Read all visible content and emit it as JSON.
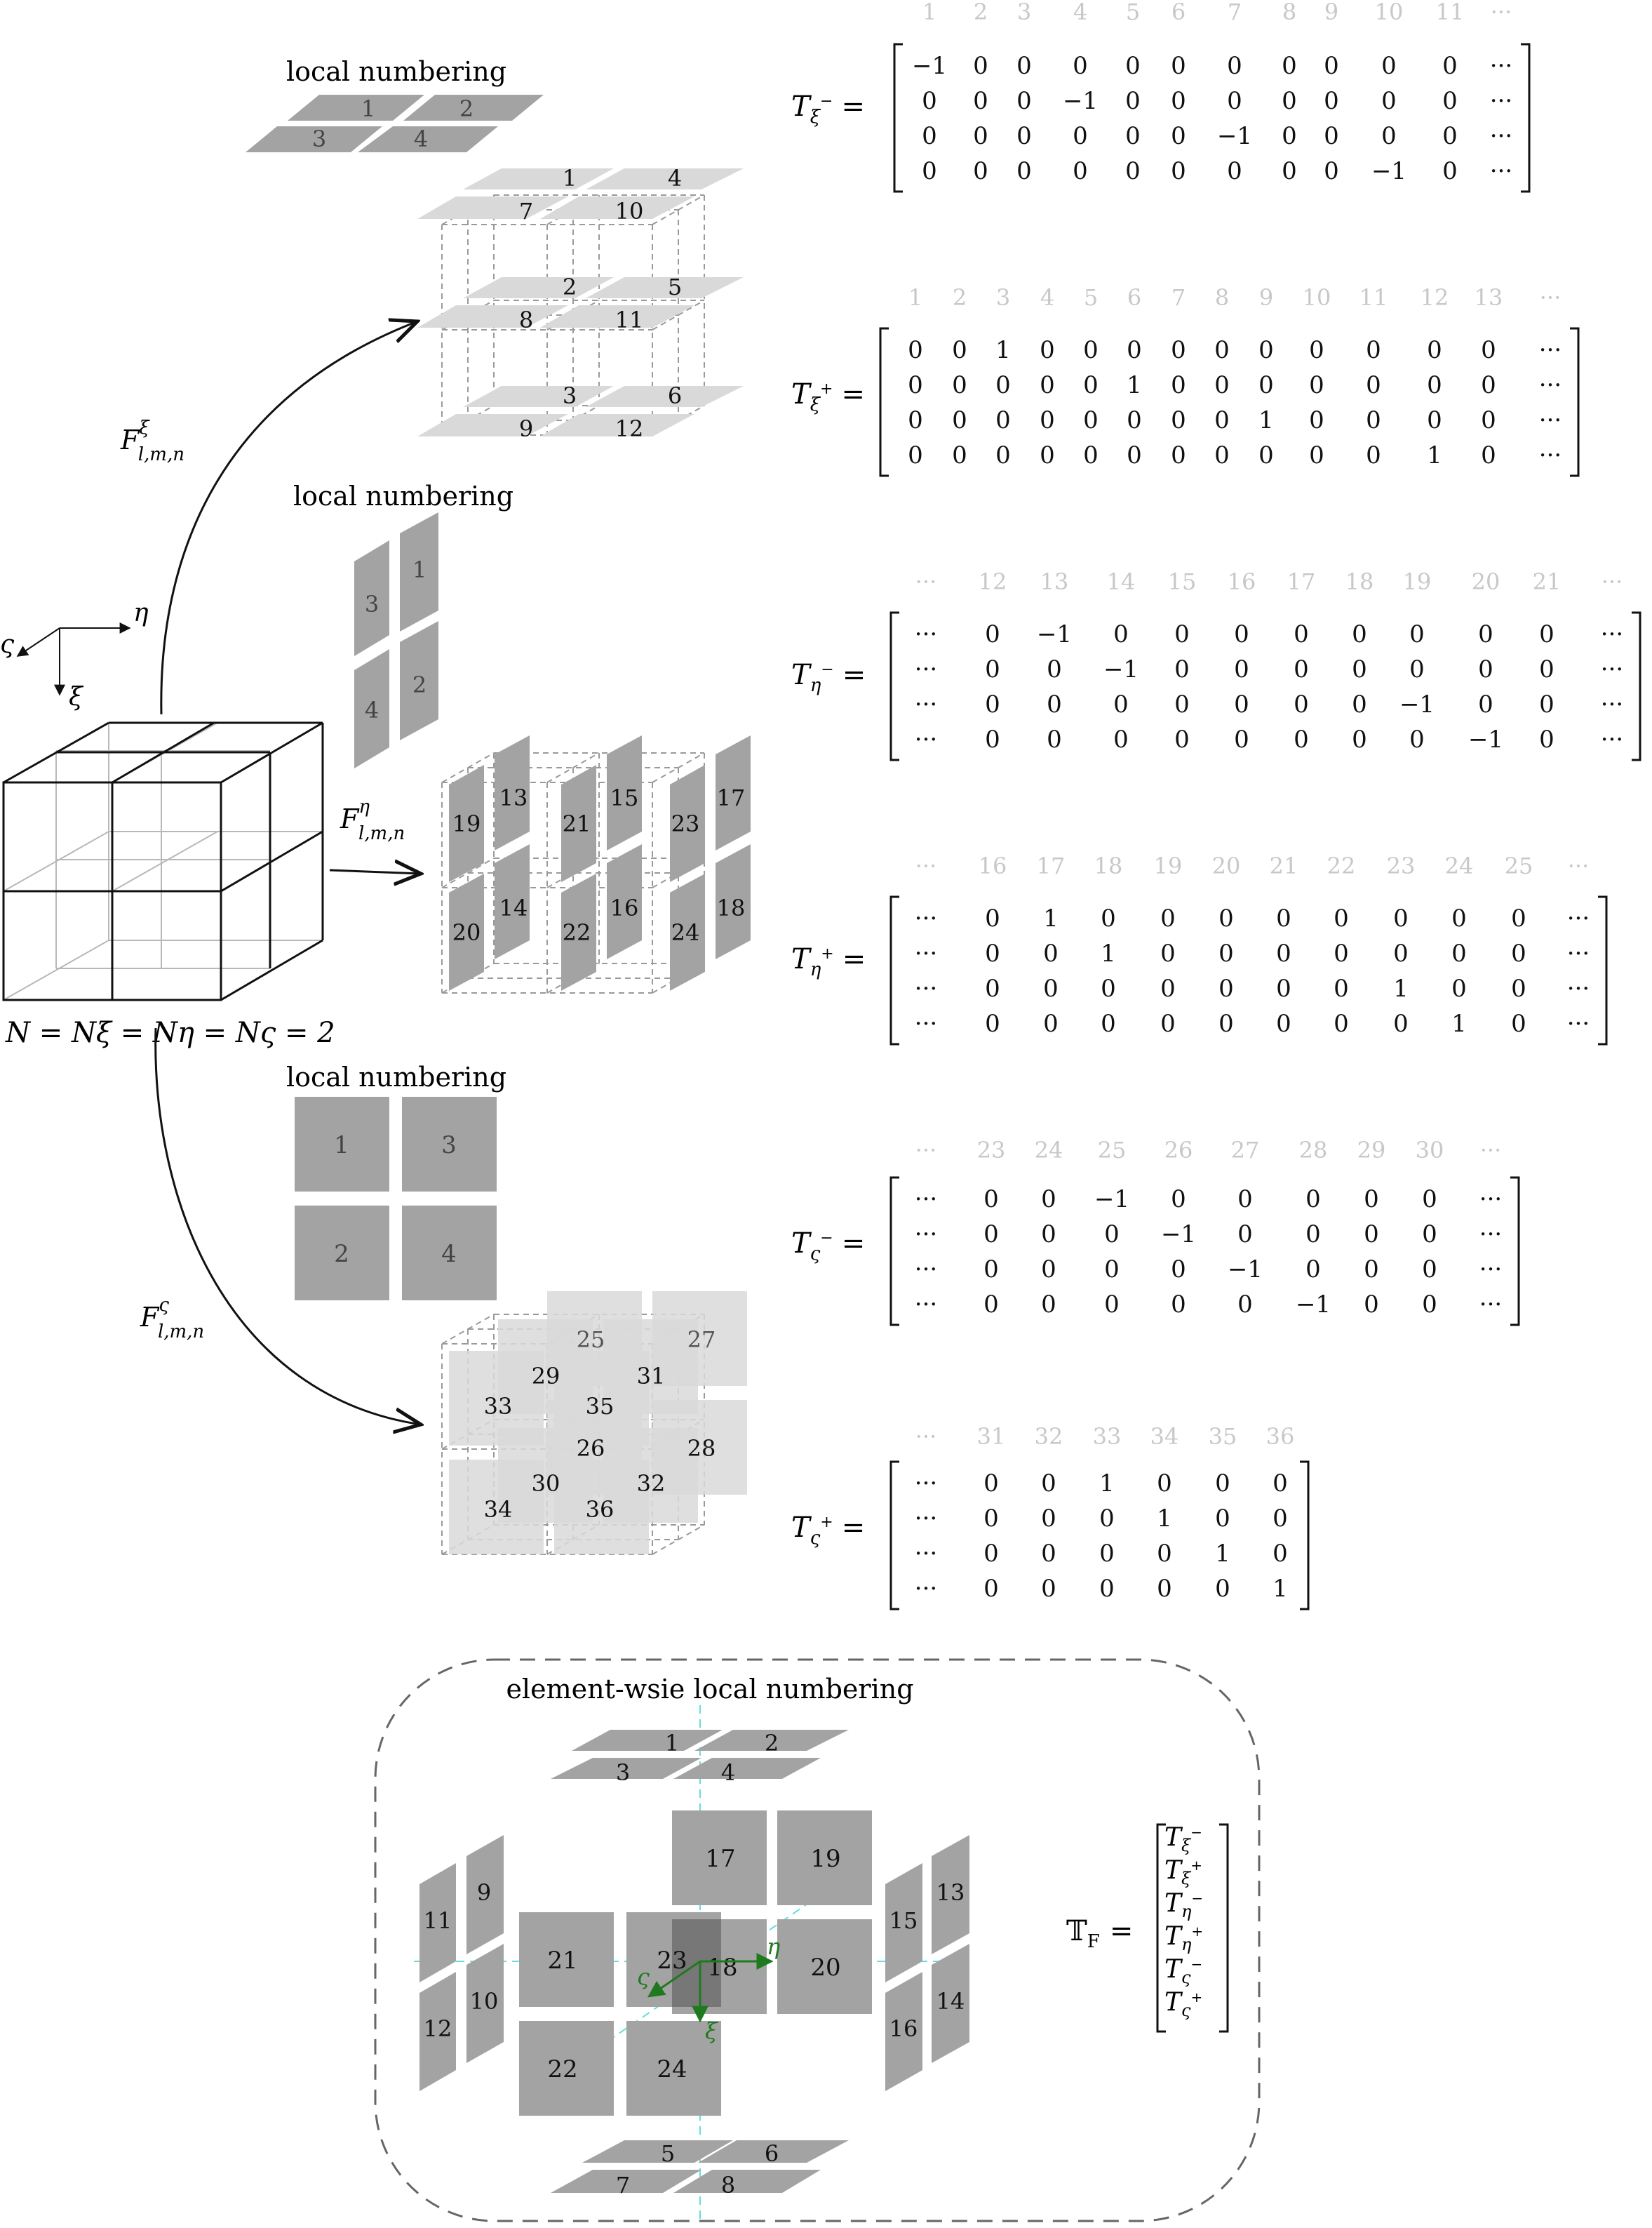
{
  "local_numbering_label": "local numbering",
  "element_local_numbering_label": "element-wsie local numbering",
  "n_equation": "N = Nξ = Nη = Nς = 2",
  "axes": {
    "eta": "η",
    "xi": "ξ",
    "sigma": "ς"
  },
  "maps": {
    "xi": {
      "base": "F",
      "sup": "ξ",
      "sub": "l,m,n"
    },
    "eta": {
      "base": "F",
      "sup": "η",
      "sub": "l,m,n"
    },
    "sigma": {
      "base": "F",
      "sup": "ς",
      "sub": "l,m,n"
    }
  },
  "local_patterns": {
    "xi": [
      "1",
      "2",
      "3",
      "4"
    ],
    "eta": [
      "1",
      "2",
      "3",
      "4"
    ],
    "sigma": [
      "1",
      "3",
      "2",
      "4"
    ]
  },
  "cube_faces": {
    "xi": [
      "1",
      "4",
      "7",
      "10",
      "2",
      "5",
      "8",
      "11",
      "3",
      "6",
      "9",
      "12"
    ],
    "eta": [
      "13",
      "15",
      "17",
      "19",
      "21",
      "23",
      "14",
      "16",
      "18",
      "20",
      "22",
      "24"
    ],
    "sigma": [
      "25",
      "27",
      "29",
      "31",
      "33",
      "35",
      "26",
      "28",
      "30",
      "32",
      "34",
      "36"
    ]
  },
  "matrices": [
    {
      "name": "T",
      "sub": "ξ",
      "sup": "−",
      "header": [
        "1",
        "2",
        "3",
        "4",
        "5",
        "6",
        "7",
        "8",
        "9",
        "10",
        "11",
        "···"
      ],
      "rows": [
        [
          "−1",
          "0",
          "0",
          "0",
          "0",
          "0",
          "0",
          "0",
          "0",
          "0",
          "0",
          "···"
        ],
        [
          "0",
          "0",
          "0",
          "−1",
          "0",
          "0",
          "0",
          "0",
          "0",
          "0",
          "0",
          "···"
        ],
        [
          "0",
          "0",
          "0",
          "0",
          "0",
          "0",
          "−1",
          "0",
          "0",
          "0",
          "0",
          "···"
        ],
        [
          "0",
          "0",
          "0",
          "0",
          "0",
          "0",
          "0",
          "0",
          "0",
          "−1",
          "0",
          "···"
        ]
      ]
    },
    {
      "name": "T",
      "sub": "ξ",
      "sup": "+",
      "header": [
        "1",
        "2",
        "3",
        "4",
        "5",
        "6",
        "7",
        "8",
        "9",
        "10",
        "11",
        "12",
        "13",
        "···"
      ],
      "rows": [
        [
          "0",
          "0",
          "1",
          "0",
          "0",
          "0",
          "0",
          "0",
          "0",
          "0",
          "0",
          "0",
          "0",
          "···"
        ],
        [
          "0",
          "0",
          "0",
          "0",
          "0",
          "1",
          "0",
          "0",
          "0",
          "0",
          "0",
          "0",
          "0",
          "···"
        ],
        [
          "0",
          "0",
          "0",
          "0",
          "0",
          "0",
          "0",
          "0",
          "1",
          "0",
          "0",
          "0",
          "0",
          "···"
        ],
        [
          "0",
          "0",
          "0",
          "0",
          "0",
          "0",
          "0",
          "0",
          "0",
          "0",
          "0",
          "1",
          "0",
          "···"
        ]
      ]
    },
    {
      "name": "T",
      "sub": "η",
      "sup": "−",
      "header": [
        "···",
        "12",
        "13",
        "14",
        "15",
        "16",
        "17",
        "18",
        "19",
        "20",
        "21",
        "···"
      ],
      "rows": [
        [
          "···",
          "0",
          "−1",
          "0",
          "0",
          "0",
          "0",
          "0",
          "0",
          "0",
          "0",
          "···"
        ],
        [
          "···",
          "0",
          "0",
          "−1",
          "0",
          "0",
          "0",
          "0",
          "0",
          "0",
          "0",
          "···"
        ],
        [
          "···",
          "0",
          "0",
          "0",
          "0",
          "0",
          "0",
          "0",
          "−1",
          "0",
          "0",
          "···"
        ],
        [
          "···",
          "0",
          "0",
          "0",
          "0",
          "0",
          "0",
          "0",
          "0",
          "−1",
          "0",
          "···"
        ]
      ]
    },
    {
      "name": "T",
      "sub": "η",
      "sup": "+",
      "header": [
        "···",
        "16",
        "17",
        "18",
        "19",
        "20",
        "21",
        "22",
        "23",
        "24",
        "25",
        "···"
      ],
      "rows": [
        [
          "···",
          "0",
          "1",
          "0",
          "0",
          "0",
          "0",
          "0",
          "0",
          "0",
          "0",
          "···"
        ],
        [
          "···",
          "0",
          "0",
          "1",
          "0",
          "0",
          "0",
          "0",
          "0",
          "0",
          "0",
          "···"
        ],
        [
          "···",
          "0",
          "0",
          "0",
          "0",
          "0",
          "0",
          "0",
          "1",
          "0",
          "0",
          "···"
        ],
        [
          "···",
          "0",
          "0",
          "0",
          "0",
          "0",
          "0",
          "0",
          "0",
          "1",
          "0",
          "···"
        ]
      ]
    },
    {
      "name": "T",
      "sub": "ς",
      "sup": "−",
      "header": [
        "···",
        "23",
        "24",
        "25",
        "26",
        "27",
        "28",
        "29",
        "30",
        "···"
      ],
      "rows": [
        [
          "···",
          "0",
          "0",
          "−1",
          "0",
          "0",
          "0",
          "0",
          "0",
          "···"
        ],
        [
          "···",
          "0",
          "0",
          "0",
          "−1",
          "0",
          "0",
          "0",
          "0",
          "···"
        ],
        [
          "···",
          "0",
          "0",
          "0",
          "0",
          "−1",
          "0",
          "0",
          "0",
          "···"
        ],
        [
          "···",
          "0",
          "0",
          "0",
          "0",
          "0",
          "−1",
          "0",
          "0",
          "···"
        ]
      ]
    },
    {
      "name": "T",
      "sub": "ς",
      "sup": "+",
      "header": [
        "···",
        "31",
        "32",
        "33",
        "34",
        "35",
        "36"
      ],
      "rows": [
        [
          "···",
          "0",
          "0",
          "1",
          "0",
          "0",
          "0"
        ],
        [
          "···",
          "0",
          "0",
          "0",
          "1",
          "0",
          "0"
        ],
        [
          "···",
          "0",
          "0",
          "0",
          "0",
          "1",
          "0"
        ],
        [
          "···",
          "0",
          "0",
          "0",
          "0",
          "0",
          "1"
        ]
      ]
    }
  ],
  "element_faces": {
    "top": [
      "1",
      "2",
      "3",
      "4"
    ],
    "bottom": [
      "5",
      "6",
      "7",
      "8"
    ],
    "left": [
      "9",
      "10",
      "11",
      "12"
    ],
    "right": [
      "13",
      "14",
      "15",
      "16"
    ],
    "back": [
      "17",
      "19"
    ],
    "front": [
      "21",
      "22",
      "23",
      "24"
    ],
    "middle": [
      "18",
      "20"
    ]
  },
  "tf": {
    "name": "𝕋",
    "sub": "F",
    "entries": [
      {
        "sub": "ξ",
        "sup": "−"
      },
      {
        "sub": "ξ",
        "sup": "+"
      },
      {
        "sub": "η",
        "sup": "−"
      },
      {
        "sub": "η",
        "sup": "+"
      },
      {
        "sub": "ς",
        "sup": "−"
      },
      {
        "sub": "ς",
        "sup": "+"
      }
    ]
  },
  "colors": {
    "face": "#a3a3a3",
    "face_light": "#d9d9d9",
    "header": "#c8c8c8",
    "dash": "#9a9a9a",
    "cyan": "#66dddd",
    "green": "#1f7a1f",
    "dark": "#777777"
  }
}
